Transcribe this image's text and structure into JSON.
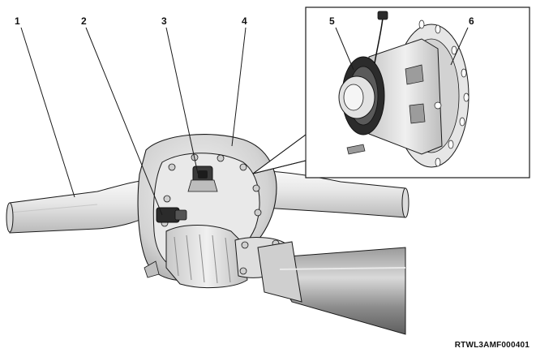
{
  "callouts": [
    {
      "id": "1",
      "label": "1"
    },
    {
      "id": "2",
      "label": "2"
    },
    {
      "id": "3",
      "label": "3"
    },
    {
      "id": "4",
      "label": "4"
    },
    {
      "id": "5",
      "label": "5"
    },
    {
      "id": "6",
      "label": "6"
    }
  ],
  "figure_code": "RTWL3AMF000401",
  "colors": {
    "line": "#1a1a1a",
    "metal_light": "#f2f2f2",
    "metal_mid": "#d6d6d6",
    "metal_dark": "#a8a8a8",
    "shadow": "#6e6e6e",
    "sensor_dark": "#2b2b2b"
  },
  "icons": {
    "callout_leader": "leader-line-icon"
  }
}
